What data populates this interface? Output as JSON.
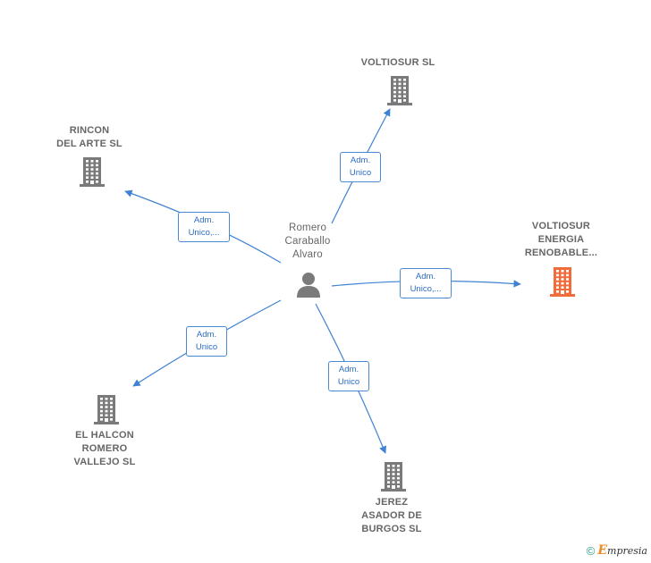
{
  "center": {
    "name_lines": [
      "Romero",
      "Caraballo",
      "Alvaro"
    ],
    "icon": "person-icon"
  },
  "companies": [
    {
      "id": "voltiosur-sl",
      "lines": [
        "VOLTIOSUR SL"
      ],
      "icon": "building-icon",
      "color": "#7a7a7a"
    },
    {
      "id": "rincon-del-arte-sl",
      "lines": [
        "RINCON",
        "DEL ARTE  SL"
      ],
      "icon": "building-icon",
      "color": "#7a7a7a"
    },
    {
      "id": "voltiosur-energia",
      "lines": [
        "VOLTIOSUR",
        "ENERGIA",
        "RENOBABLE..."
      ],
      "icon": "building-icon",
      "color": "#f26b3a"
    },
    {
      "id": "el-halcon-romero-vallejo-sl",
      "lines": [
        "EL HALCON",
        "ROMERO",
        "VALLEJO  SL"
      ],
      "icon": "building-icon",
      "color": "#7a7a7a"
    },
    {
      "id": "jerez-asador-de-burgos-sl",
      "lines": [
        "JEREZ",
        "ASADOR DE",
        "BURGOS  SL"
      ],
      "icon": "building-icon",
      "color": "#7a7a7a"
    }
  ],
  "edges": [
    {
      "target": "voltiosur-sl",
      "label_lines": [
        "Adm.",
        "Unico"
      ]
    },
    {
      "target": "rincon-del-arte-sl",
      "label_lines": [
        "Adm.",
        "Unico,..."
      ]
    },
    {
      "target": "voltiosur-energia",
      "label_lines": [
        "Adm.",
        "Unico,..."
      ]
    },
    {
      "target": "el-halcon-romero-vallejo-sl",
      "label_lines": [
        "Adm.",
        "Unico"
      ]
    },
    {
      "target": "jerez-asador-de-burgos-sl",
      "label_lines": [
        "Adm.",
        "Unico"
      ]
    }
  ],
  "colors": {
    "edge": "#3f82d1",
    "edge_label_text": "#2b6cc4",
    "node_text": "#666666",
    "icon_gray": "#7a7a7a",
    "icon_highlight": "#f26b3a"
  },
  "footer": {
    "copyright": "©",
    "brand_initial": "E",
    "brand_rest": "mpresia"
  }
}
